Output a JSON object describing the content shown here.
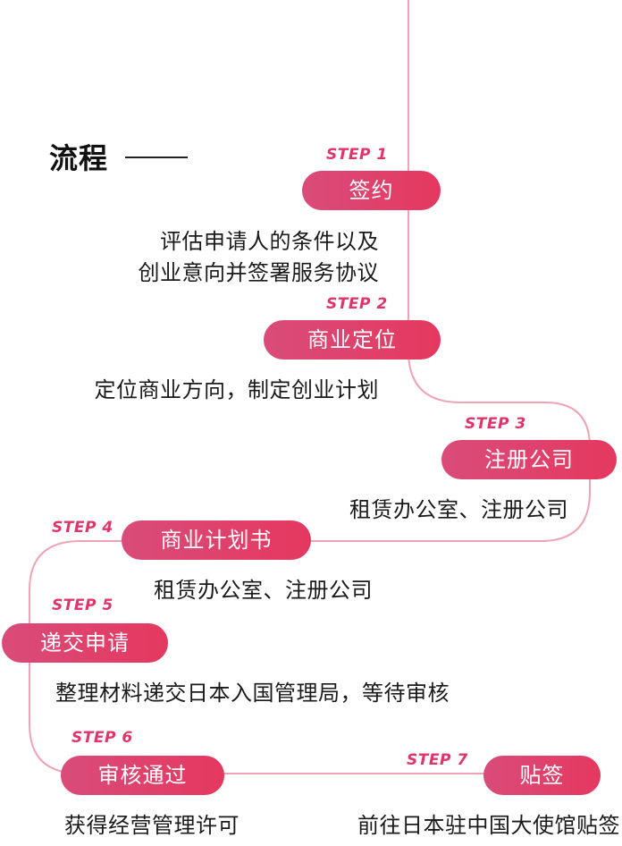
{
  "title": "流程",
  "colors": {
    "accent": "#e0356a",
    "line": "#f0a3b5",
    "pill": "#e5385f"
  },
  "steps": [
    {
      "label": "STEP 1",
      "name": "签约",
      "desc": [
        "评估申请人的条件以及",
        "创业意向并签署服务协议"
      ]
    },
    {
      "label": "STEP 2",
      "name": "商业定位",
      "desc": [
        "定位商业方向，制定创业计划"
      ]
    },
    {
      "label": "STEP 3",
      "name": "注册公司",
      "desc": [
        "租赁办公室、注册公司"
      ]
    },
    {
      "label": "STEP 4",
      "name": "商业计划书",
      "desc": [
        "租赁办公室、注册公司"
      ]
    },
    {
      "label": "STEP 5",
      "name": "递交申请",
      "desc": [
        "整理材料递交日本入国管理局，等待审核"
      ]
    },
    {
      "label": "STEP 6",
      "name": "审核通过",
      "desc": [
        "获得经营管理许可"
      ]
    },
    {
      "label": "STEP 7",
      "name": "贴签",
      "desc": [
        "前往日本驻中国大使馆贴签"
      ]
    }
  ]
}
